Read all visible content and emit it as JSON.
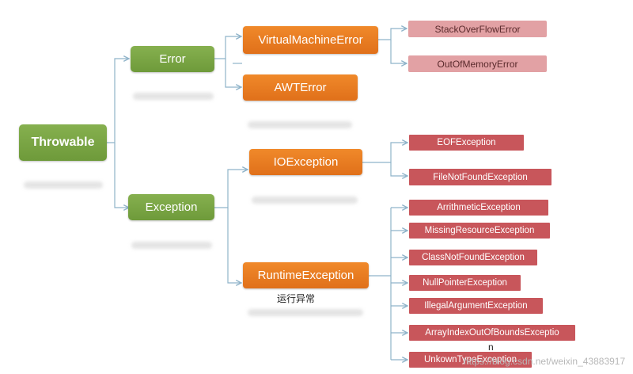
{
  "root": {
    "label": "Throwable"
  },
  "level1": {
    "error": "Error",
    "exception": "Exception"
  },
  "error_children": {
    "vme": "VirtualMachineError",
    "awt": "AWTError"
  },
  "vme_children": {
    "stack": "StackOverFlowError",
    "oom": "OutOfMemoryError"
  },
  "exception_children": {
    "io": "IOException",
    "runtime": "RuntimeException"
  },
  "io_children": {
    "eof": "EOFException",
    "fnf": "FileNotFoundException"
  },
  "runtime_children": [
    "ArrithmeticException",
    "MissingResourceException",
    "ClassNotFoundException",
    "NullPointerException",
    "IllegalArgumentException",
    "ArrayIndexOutOfBoundsExceptio",
    "UnkownTypeException"
  ],
  "runtime_overflow": "n",
  "runtime_note": "运行异常",
  "watermark": "https://blog.csdn.net/weixin_43883917",
  "colors": {
    "root_box": "#78a444",
    "level1_box": "#78a444",
    "level2_box": "#e87d22",
    "vme_children_box": "#e2a1a4",
    "leaf_box": "#c8565b",
    "connector": "#8fb3c9"
  }
}
